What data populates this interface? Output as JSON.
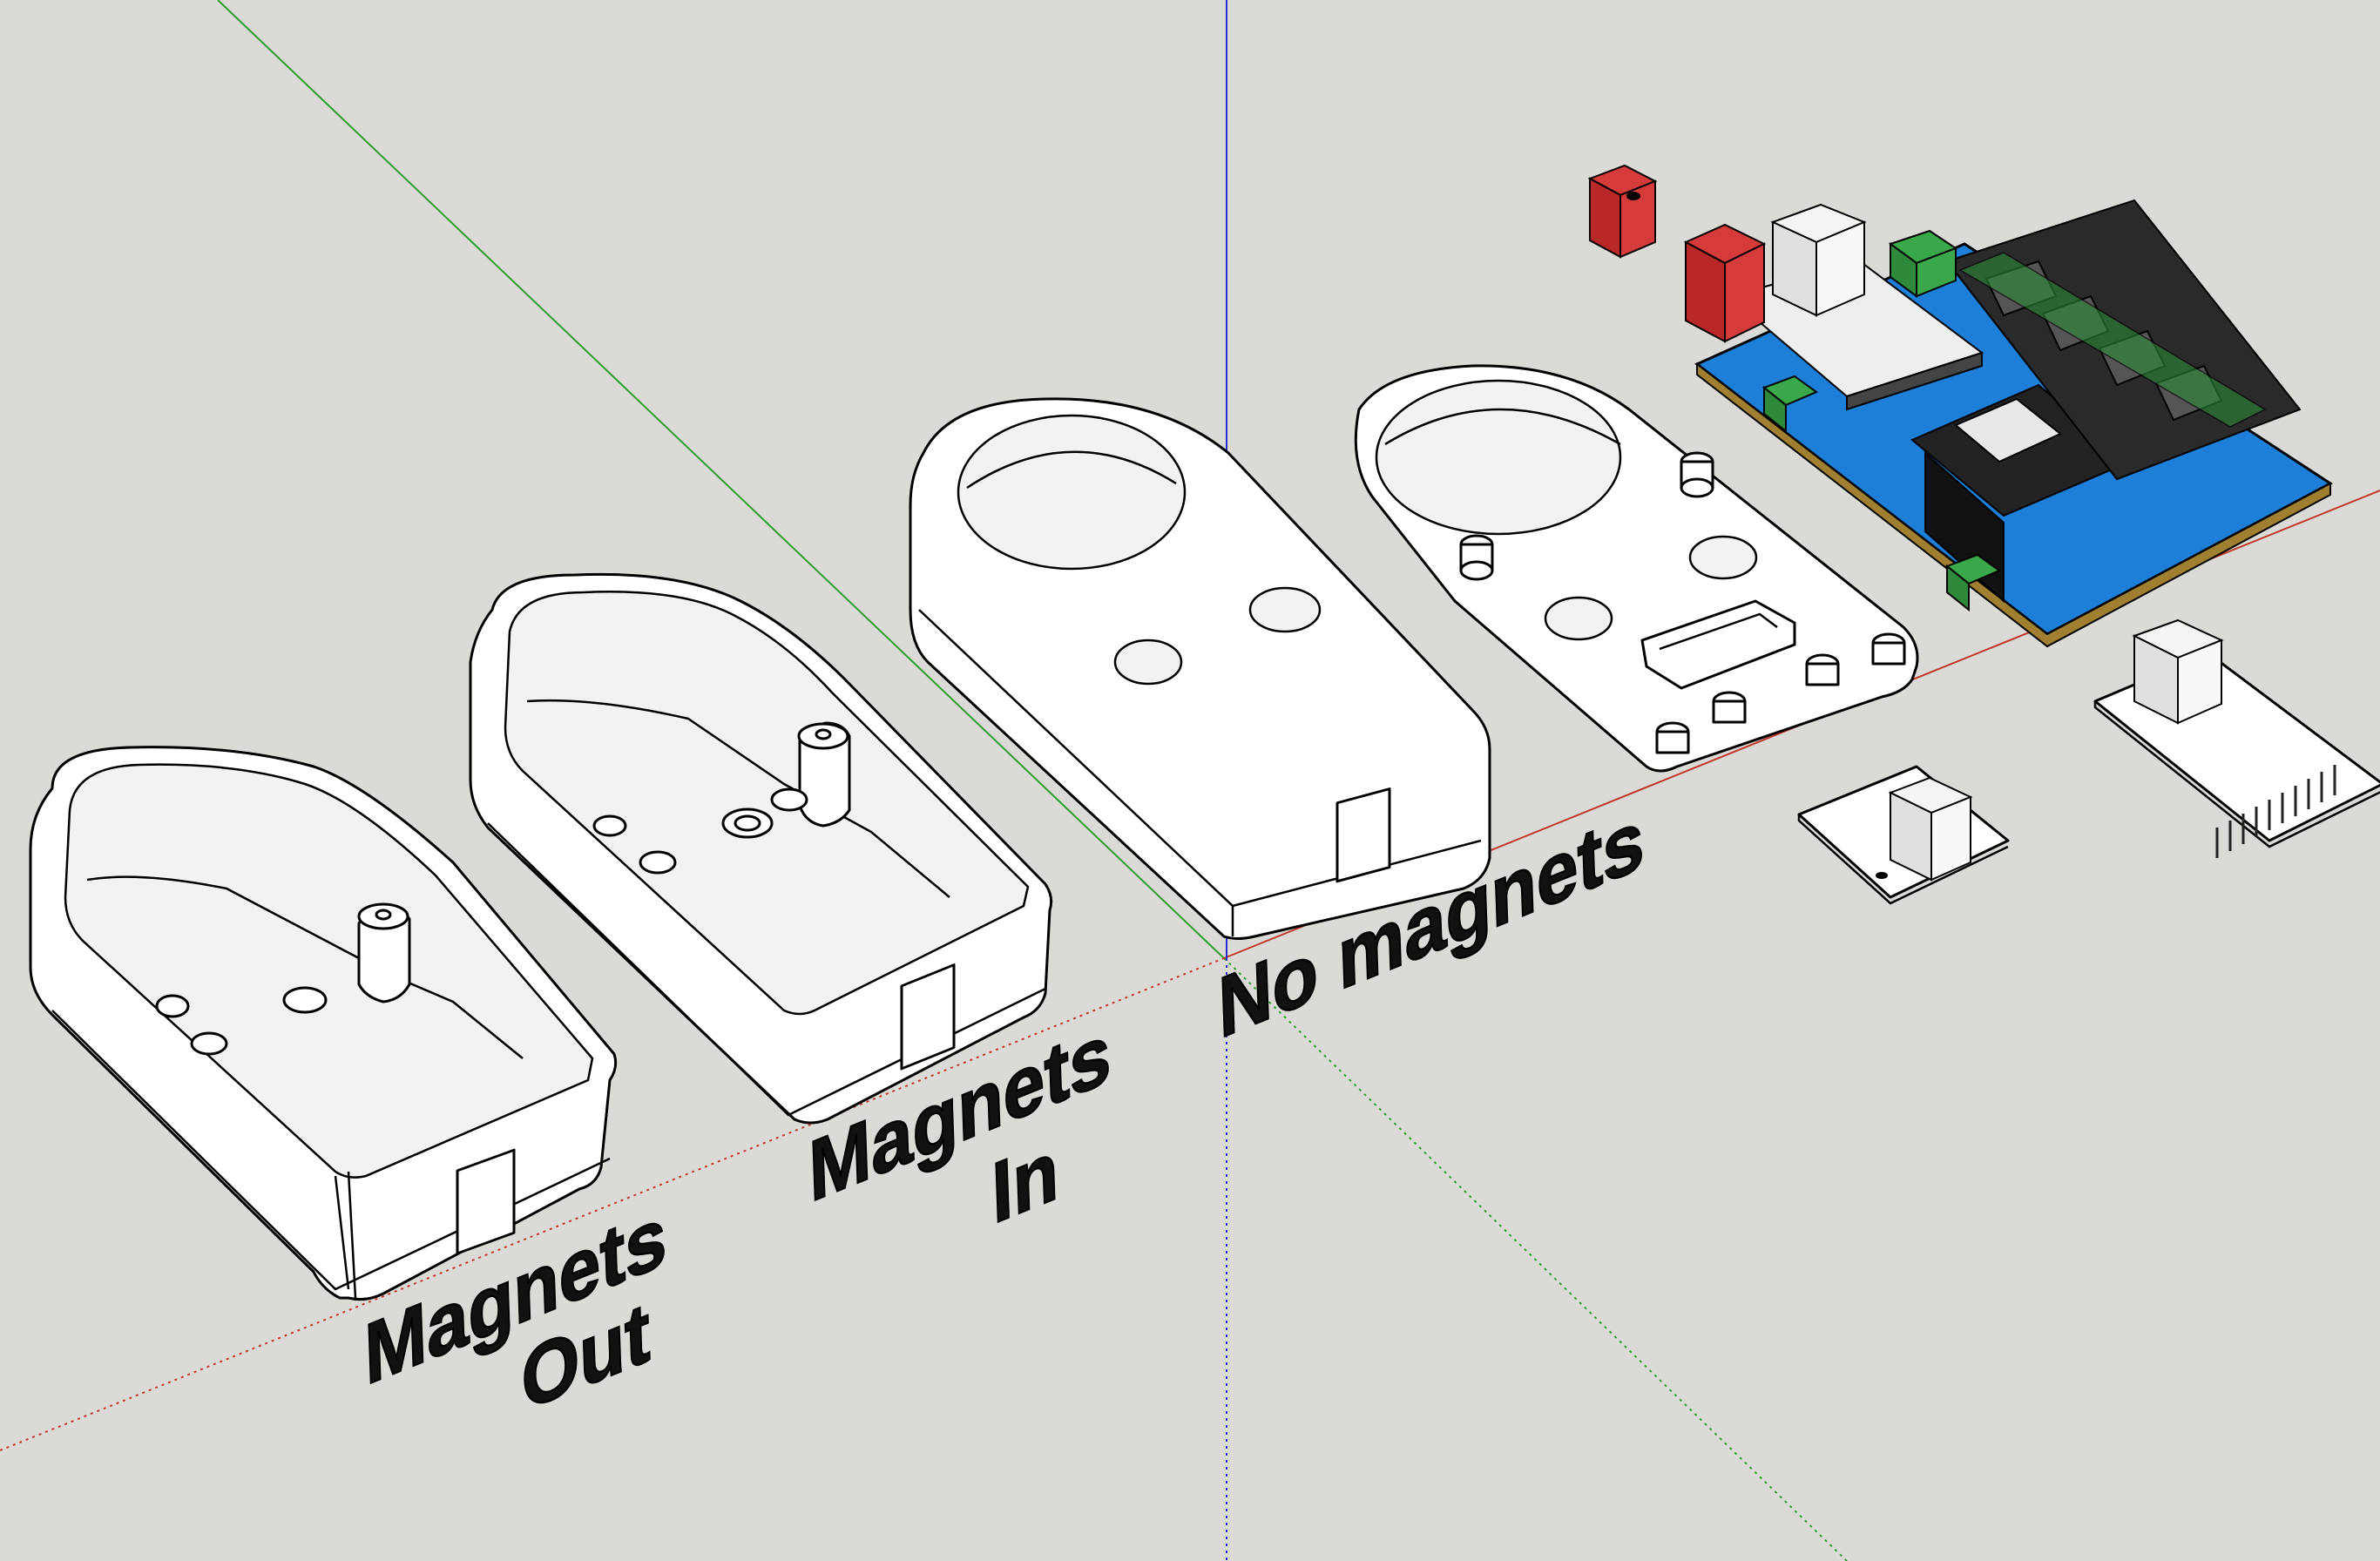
{
  "viewport": {
    "background": "#dbdad6",
    "axis_colors": {
      "red": "#c0392b",
      "green": "#2e9e2e",
      "blue": "#2a2ad0"
    }
  },
  "labels": {
    "magnets_out_line1": "Magnets",
    "magnets_out_line2": "Out",
    "magnets_in_line1": "Magnets",
    "magnets_in_line2": "In",
    "no_magnets": "No magnets"
  },
  "components": [
    {
      "name": "enclosure-base-magnets-out",
      "color": "#ffffff"
    },
    {
      "name": "enclosure-base-magnets-in",
      "color": "#ffffff"
    },
    {
      "name": "enclosure-lid",
      "color": "#ffffff"
    },
    {
      "name": "mounting-plate",
      "color": "#ffffff"
    },
    {
      "name": "controller-board",
      "color": "#1e7fd8"
    },
    {
      "name": "red-connector",
      "color": "#c0262d"
    },
    {
      "name": "terminal-block",
      "color": "#3aa84a"
    },
    {
      "name": "breakout-board",
      "color": "#ffffff"
    },
    {
      "name": "jack-module",
      "color": "#ffffff"
    }
  ]
}
